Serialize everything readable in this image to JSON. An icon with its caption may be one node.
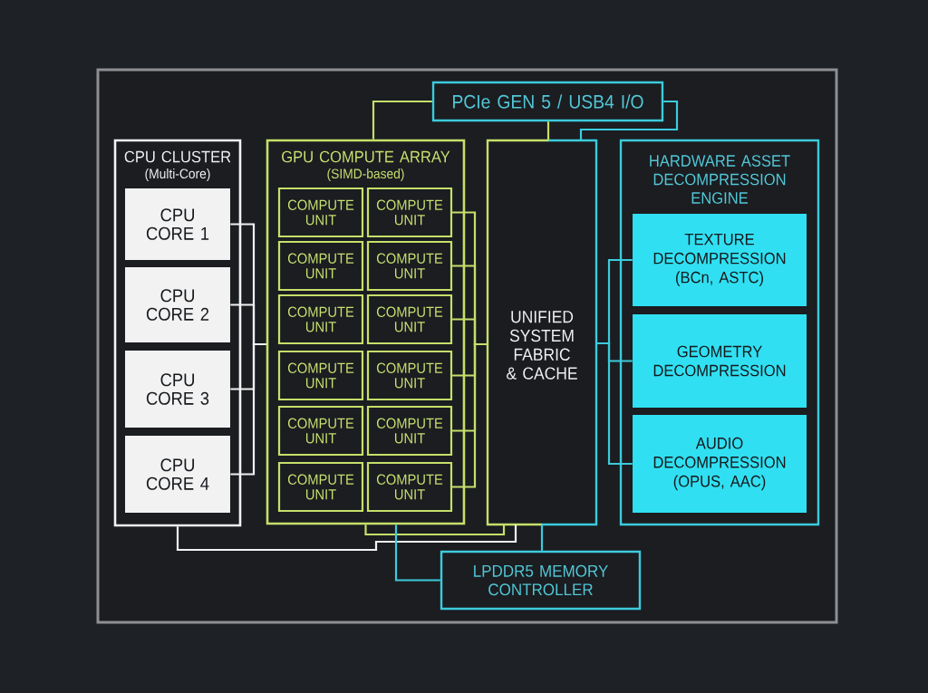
{
  "diagram": {
    "nodes": [
      {
        "text": [
          "CPU CLUSTER",
          "(Multi-Core)"
        ]
      },
      {
        "text": [
          "CPU CORE 1"
        ],
        "in": 0
      },
      {
        "text": [
          "CPU CORE 2"
        ],
        "in": 0
      },
      {
        "text": [
          "CPU CORE 3"
        ],
        "in": 0
      },
      {
        "text": [
          "CPU CORE 4"
        ],
        "in": 0
      },
      {
        "text": [
          "GPU COMPUTE ARRAY",
          "(SIMD-based)"
        ]
      },
      {
        "text": [
          "COMPUTE UNIT"
        ],
        "in": 5
      },
      {
        "text": [
          "COMPUTE UNIT"
        ],
        "in": 5
      },
      {
        "text": [
          "COMPUTE UNIT"
        ],
        "in": 5
      },
      {
        "text": [
          "COMPUTE UNIT"
        ],
        "in": 5
      },
      {
        "text": [
          "COMPUTE UNIT"
        ],
        "in": 5
      },
      {
        "text": [
          "COMPUTE UNIT"
        ],
        "in": 5
      },
      {
        "text": [
          "COMPUTE UNIT"
        ],
        "in": 5
      },
      {
        "text": [
          "COMPUTE UNIT"
        ],
        "in": 5
      },
      {
        "text": [
          "COMPUTE UNIT"
        ],
        "in": 5
      },
      {
        "text": [
          "COMPUTE UNIT"
        ],
        "in": 5
      },
      {
        "text": [
          "COMPUTE UNIT"
        ],
        "in": 5
      },
      {
        "text": [
          "COMPUTE UNIT"
        ],
        "in": 5
      },
      {
        "text": [
          "PCIe GEN 5 / USB4 I/O"
        ]
      },
      {
        "text": [
          "UNIFIED SYSTEM FABRIC & CACHE"
        ]
      },
      {
        "text": [
          "HARDWARE ASSET DECOMPRESSION ENGINE"
        ]
      },
      {
        "text": [
          "TEXTURE DECOMPRESSION (BCn, ASTC)"
        ],
        "in": 20
      },
      {
        "text": [
          "GEOMETRY DECOMPRESSION"
        ],
        "in": 20
      },
      {
        "text": [
          "AUDIO DECOMPRESSION (OPUS, AAC)"
        ],
        "in": 20
      },
      {
        "text": [
          "LPDDR5 MEMORY CONTROLLER"
        ]
      }
    ],
    "edges": [
      {
        "from": 1,
        "to": 5,
        "arrow": "none",
        "color": "#f2f2f2"
      },
      {
        "from": 2,
        "to": 5,
        "arrow": "none",
        "color": "#f2f2f2"
      },
      {
        "from": 3,
        "to": 5,
        "arrow": "none",
        "color": "#f2f2f2"
      },
      {
        "from": 4,
        "to": 5,
        "arrow": "none",
        "color": "#f2f2f2"
      },
      {
        "from": 0,
        "to": 19,
        "arrow": "none",
        "color": "#f2f2f2"
      },
      {
        "from": 5,
        "to": 18,
        "arrow": "none"
      },
      {
        "from": 5,
        "to": 19,
        "arrow": "none"
      },
      {
        "from": 7,
        "to": 19,
        "arrow": "none"
      },
      {
        "from": 9,
        "to": 19,
        "arrow": "none"
      },
      {
        "from": 11,
        "to": 19,
        "arrow": "none"
      },
      {
        "from": 13,
        "to": 19,
        "arrow": "none"
      },
      {
        "from": 15,
        "to": 19,
        "arrow": "none"
      },
      {
        "from": 17,
        "to": 19,
        "arrow": "none"
      },
      {
        "from": 18,
        "to": 19,
        "arrow": "none"
      },
      {
        "from": 18,
        "to": 19,
        "arrow": "none",
        "color": "#3ccbdc"
      },
      {
        "from": 19,
        "to": 21,
        "arrow": "none",
        "color": "#3ccbdc"
      },
      {
        "from": 19,
        "to": 22,
        "arrow": "none",
        "color": "#3ccbdc"
      },
      {
        "from": 19,
        "to": 23,
        "arrow": "none",
        "color": "#3ccbdc"
      },
      {
        "from": 19,
        "to": 24,
        "arrow": "none",
        "color": "#3ccbdc"
      },
      {
        "from": 24,
        "to": 5,
        "arrow": "none",
        "color": "#3ccbdc"
      }
    ]
  }
}
